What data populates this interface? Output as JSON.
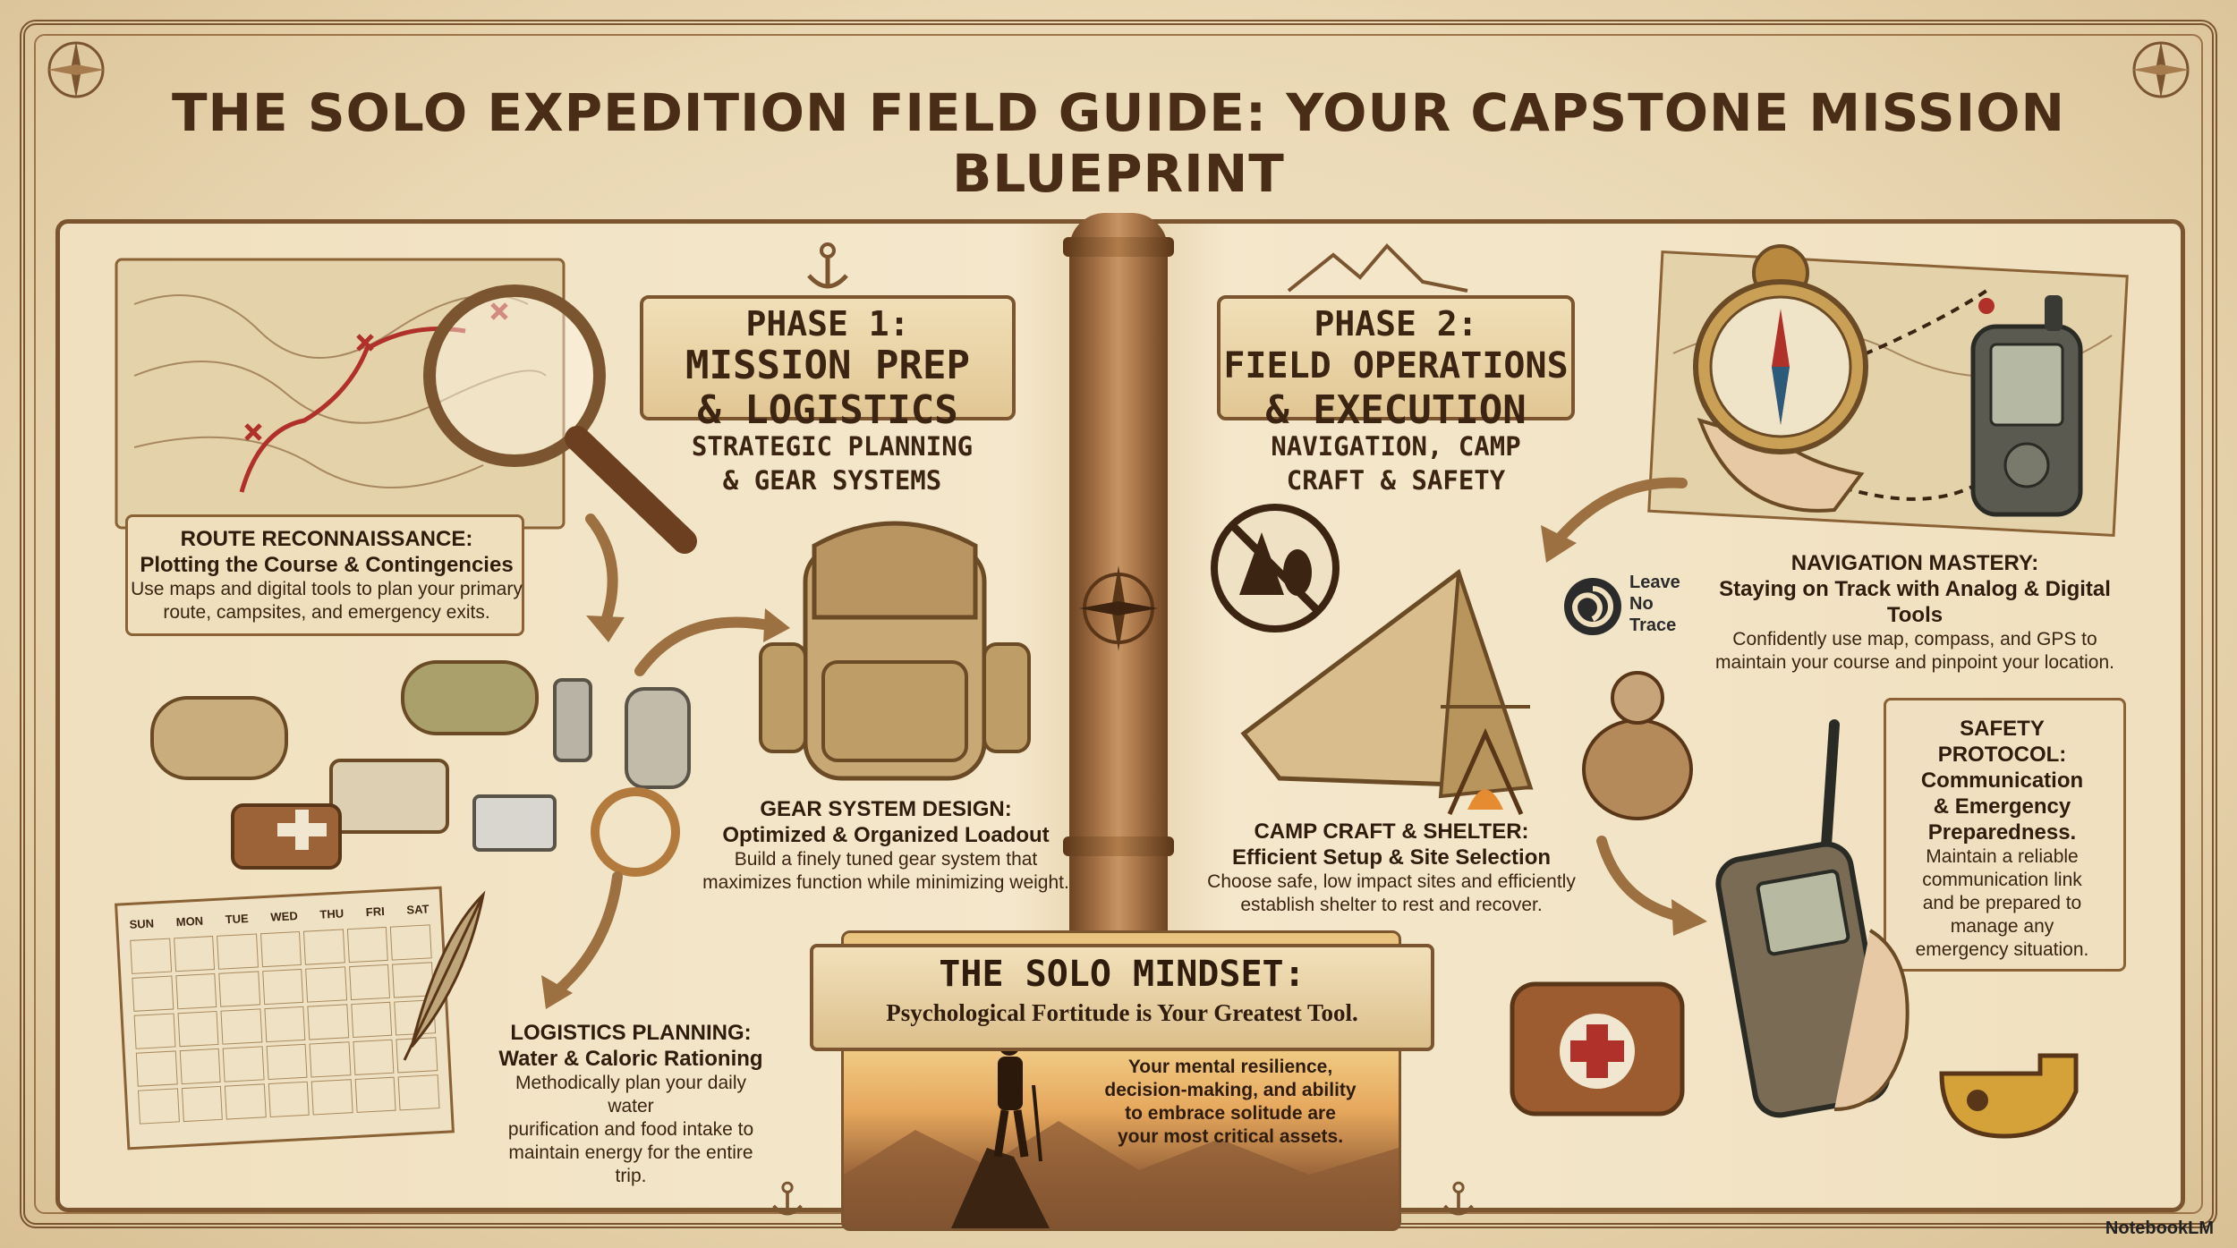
{
  "title": "THE SOLO EXPEDITION FIELD GUIDE: YOUR CAPSTONE MISSION BLUEPRINT",
  "phase1": {
    "label": "PHASE 1:",
    "name_line1": "MISSION PREP",
    "name_line2": "& LOGISTICS",
    "subtitle_line1": "STRATEGIC PLANNING",
    "subtitle_line2": "& GEAR SYSTEMS"
  },
  "phase2": {
    "label": "PHASE 2:",
    "name_line1": "FIELD OPERATIONS",
    "name_line2": "& EXECUTION",
    "subtitle_line1": "NAVIGATION, CAMP",
    "subtitle_line2": "CRAFT & SAFETY"
  },
  "route": {
    "heading": "ROUTE RECONNAISSANCE:",
    "subheading": "Plotting the Course & Contingencies",
    "body_line1": "Use maps and digital tools to plan your primary",
    "body_line2": "route, campsites, and emergency exits."
  },
  "gear": {
    "heading": "GEAR SYSTEM DESIGN:",
    "subheading": "Optimized & Organized Loadout",
    "body_line1": "Build a finely tuned gear system that",
    "body_line2": "maximizes function while minimizing weight."
  },
  "logistics": {
    "heading": "LOGISTICS PLANNING:",
    "subheading": "Water & Caloric Rationing",
    "body_line1": "Methodically plan your daily water",
    "body_line2": "purification and food intake to",
    "body_line3": "maintain energy for the entire trip.",
    "calendar_days": [
      "SUN",
      "MON",
      "TUE",
      "WED",
      "THU",
      "FRI",
      "SAT"
    ]
  },
  "navigation": {
    "heading": "NAVIGATION MASTERY:",
    "subheading": "Staying on Track with Analog & Digital Tools",
    "body_line1": "Confidently use map, compass, and GPS to",
    "body_line2": "maintain your course and pinpoint your location."
  },
  "camp": {
    "heading": "CAMP CRAFT & SHELTER:",
    "subheading": "Efficient Setup & Site Selection",
    "body_line1": "Choose safe, low impact sites and efficiently",
    "body_line2": "establish shelter to rest and recover."
  },
  "safety": {
    "heading_line1": "SAFETY",
    "heading_line2": "PROTOCOL:",
    "sub_line1": "Communication",
    "sub_line2": "& Emergency",
    "sub_line3": "Preparedness.",
    "body_line1": "Maintain a reliable",
    "body_line2": "communication link",
    "body_line3": "and be prepared to",
    "body_line4": "manage any",
    "body_line5": "emergency situation."
  },
  "mindset": {
    "heading": "THE SOLO MINDSET:",
    "subheading": "Psychological Fortitude is Your Greatest Tool.",
    "body_line1": "Your mental resilience,",
    "body_line2": "decision-making, and ability",
    "body_line3": "to embrace solitude are",
    "body_line4": "your most critical assets."
  },
  "lnt_logo": {
    "line1": "Leave",
    "line2": "No",
    "line3": "Trace"
  },
  "watermark": "NotebookLM",
  "colors": {
    "ink": "#3c2412",
    "parchment": "#f0e0bf",
    "leather": "#7a5530",
    "route_red": "#b0302a"
  }
}
